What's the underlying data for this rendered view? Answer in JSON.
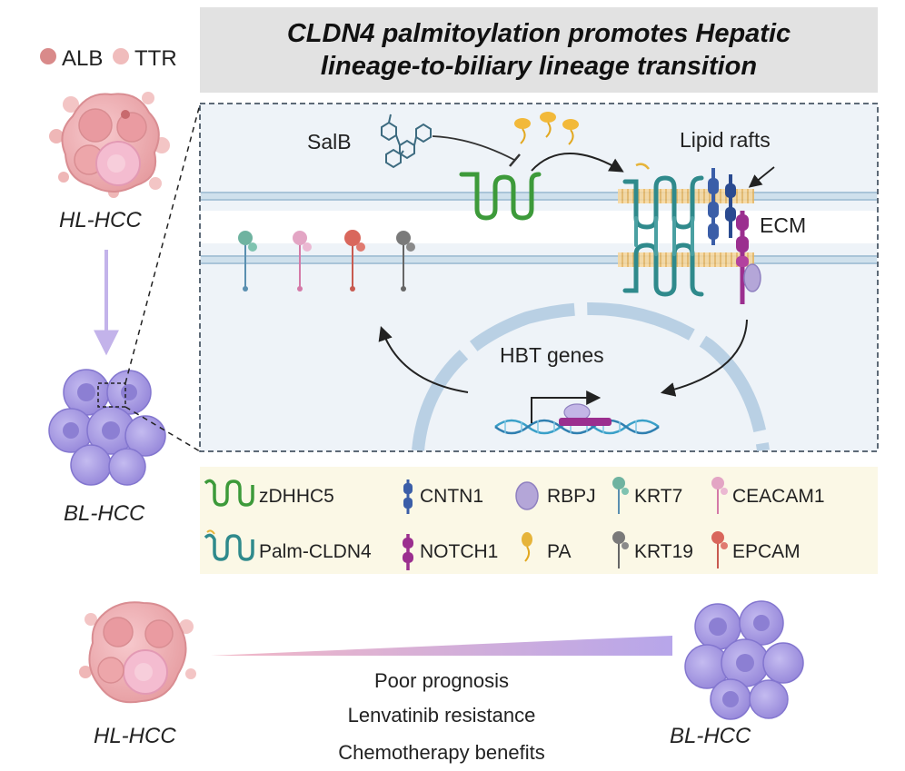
{
  "title": {
    "line1": "CLDN4 palmitoylation promotes Hepatic",
    "line2": "lineage-to-biliary lineage transition"
  },
  "marker_legend": {
    "alb": "ALB",
    "ttr": "TTR"
  },
  "cells": {
    "hl_top": "HL-HCC",
    "bl_left": "BL-HCC",
    "hl_bottom": "HL-HCC",
    "bl_bottom": "BL-HCC"
  },
  "mechanism": {
    "salb": "SalB",
    "lipid_rafts": "Lipid rafts",
    "ecm": "ECM",
    "hbt_genes": "HBT genes"
  },
  "legend": [
    {
      "key": "zdhhc5",
      "label": "zDHHC5",
      "icon": "zdhhc5-icon",
      "color": "#3d9a3a"
    },
    {
      "key": "cntn1",
      "label": "CNTN1",
      "icon": "cntn1-icon",
      "color": "#3b5ea8"
    },
    {
      "key": "rbpj",
      "label": "RBPJ",
      "icon": "rbpj-icon",
      "color": "#b4a6d8"
    },
    {
      "key": "krt7",
      "label": "KRT7",
      "icon": "krt7-icon",
      "color": "#6fb3a0"
    },
    {
      "key": "ceacam1",
      "label": "CEACAM1",
      "icon": "ceacam1-icon",
      "color": "#e3a5c4"
    },
    {
      "key": "palm_cldn4",
      "label": "Palm-CLDN4",
      "icon": "palm-cldn4-icon",
      "color": "#2f8a8c"
    },
    {
      "key": "notch1",
      "label": "NOTCH1",
      "icon": "notch1-icon",
      "color": "#9b2f8f"
    },
    {
      "key": "pa",
      "label": "PA",
      "icon": "pa-icon",
      "color": "#e6b43a"
    },
    {
      "key": "krt19",
      "label": "KRT19",
      "icon": "krt19-icon",
      "color": "#7a7a7a"
    },
    {
      "key": "epcam",
      "label": "EPCAM",
      "icon": "epcam-icon",
      "color": "#d9675c"
    }
  ],
  "outcomes": [
    "Poor prognosis",
    "Lenvatinib resistance",
    "Chemotherapy benefits"
  ],
  "colors": {
    "hepatic_cell": "#eaa0a0",
    "biliary_cell": "#a79be0",
    "panel_bg": "#eef3f8",
    "legend_bg": "#fbf8e6",
    "membrane": "#a9c4d8"
  }
}
